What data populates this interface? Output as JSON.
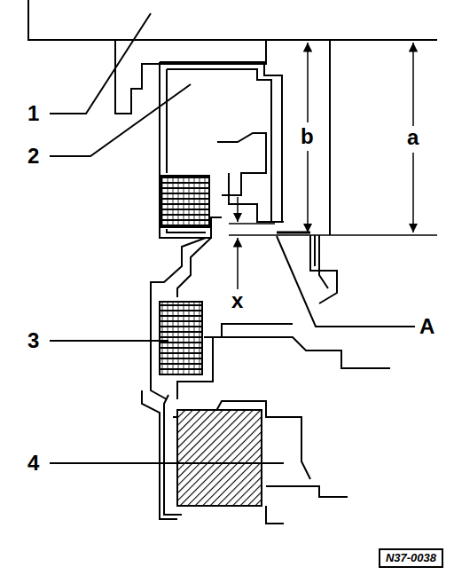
{
  "diagram": {
    "nodes": [
      {
        "text": [
          "N37-0038"
        ]
      }
    ],
    "labels": [
      "1",
      "2",
      "b",
      "a",
      "x",
      "A",
      "3",
      "4"
    ]
  }
}
